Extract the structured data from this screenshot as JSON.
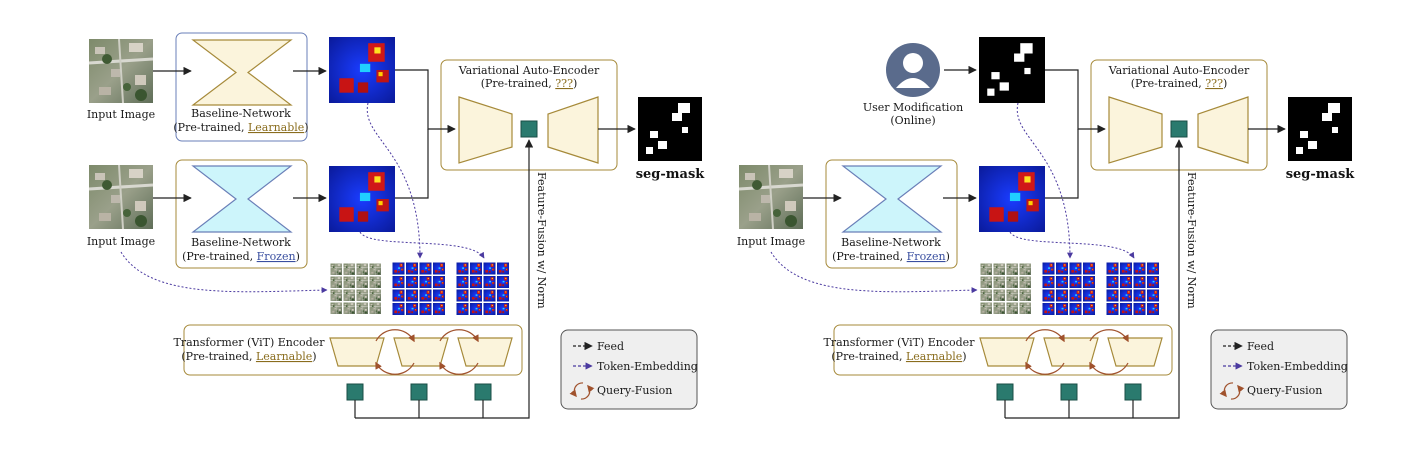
{
  "colors": {
    "gold_border": "#a68a3a",
    "gold_fill": "#fbf4dc",
    "blue_border": "#6a7fb8",
    "cyan_fill": "#cdf5fb",
    "teal": "#2a7a6e",
    "embed_purple": "#4b3aa0",
    "query_orange": "#a0522d",
    "legend_bg": "#efefef"
  },
  "panels": [
    {
      "top_source": "image",
      "top_input_label": "Input Image",
      "top_net_title": "Baseline-Network",
      "top_net_prefix": "(Pre-trained, ",
      "top_net_status": "Learnable",
      "top_net_suffix": ")",
      "bottom_input_label": "Input Image",
      "bottom_net_title": "Baseline-Network",
      "bottom_net_prefix": "(Pre-trained, ",
      "bottom_net_status": "Frozen",
      "bottom_net_suffix": ")",
      "vae_title": "Variational Auto-Encoder",
      "vae_prefix": "(Pre-trained, ",
      "vae_status": "???",
      "vae_suffix": ")",
      "output_label": "seg-mask",
      "fusion_label": "Feature-Fusion w/ Norm",
      "vit_title": "Transformer (ViT) Encoder",
      "vit_prefix": "(Pre-trained, ",
      "vit_status": "Learnable",
      "vit_suffix": ")",
      "legend": {
        "feed": "Feed",
        "token": "Token-Embedding",
        "query": "Query-Fusion"
      }
    },
    {
      "top_source": "user",
      "top_input_label": "User Modification",
      "top_input_label2": "(Online)",
      "bottom_input_label": "Input Image",
      "bottom_net_title": "Baseline-Network",
      "bottom_net_prefix": "(Pre-trained, ",
      "bottom_net_status": "Frozen",
      "bottom_net_suffix": ")",
      "vae_title": "Variational Auto-Encoder",
      "vae_prefix": "(Pre-trained, ",
      "vae_status": "???",
      "vae_suffix": ")",
      "output_label": "seg-mask",
      "fusion_label": "Feature-Fusion w/ Norm",
      "vit_title": "Transformer (ViT) Encoder",
      "vit_prefix": "(Pre-trained, ",
      "vit_status": "Learnable",
      "vit_suffix": ")",
      "legend": {
        "feed": "Feed",
        "token": "Token-Embedding",
        "query": "Query-Fusion"
      }
    }
  ]
}
